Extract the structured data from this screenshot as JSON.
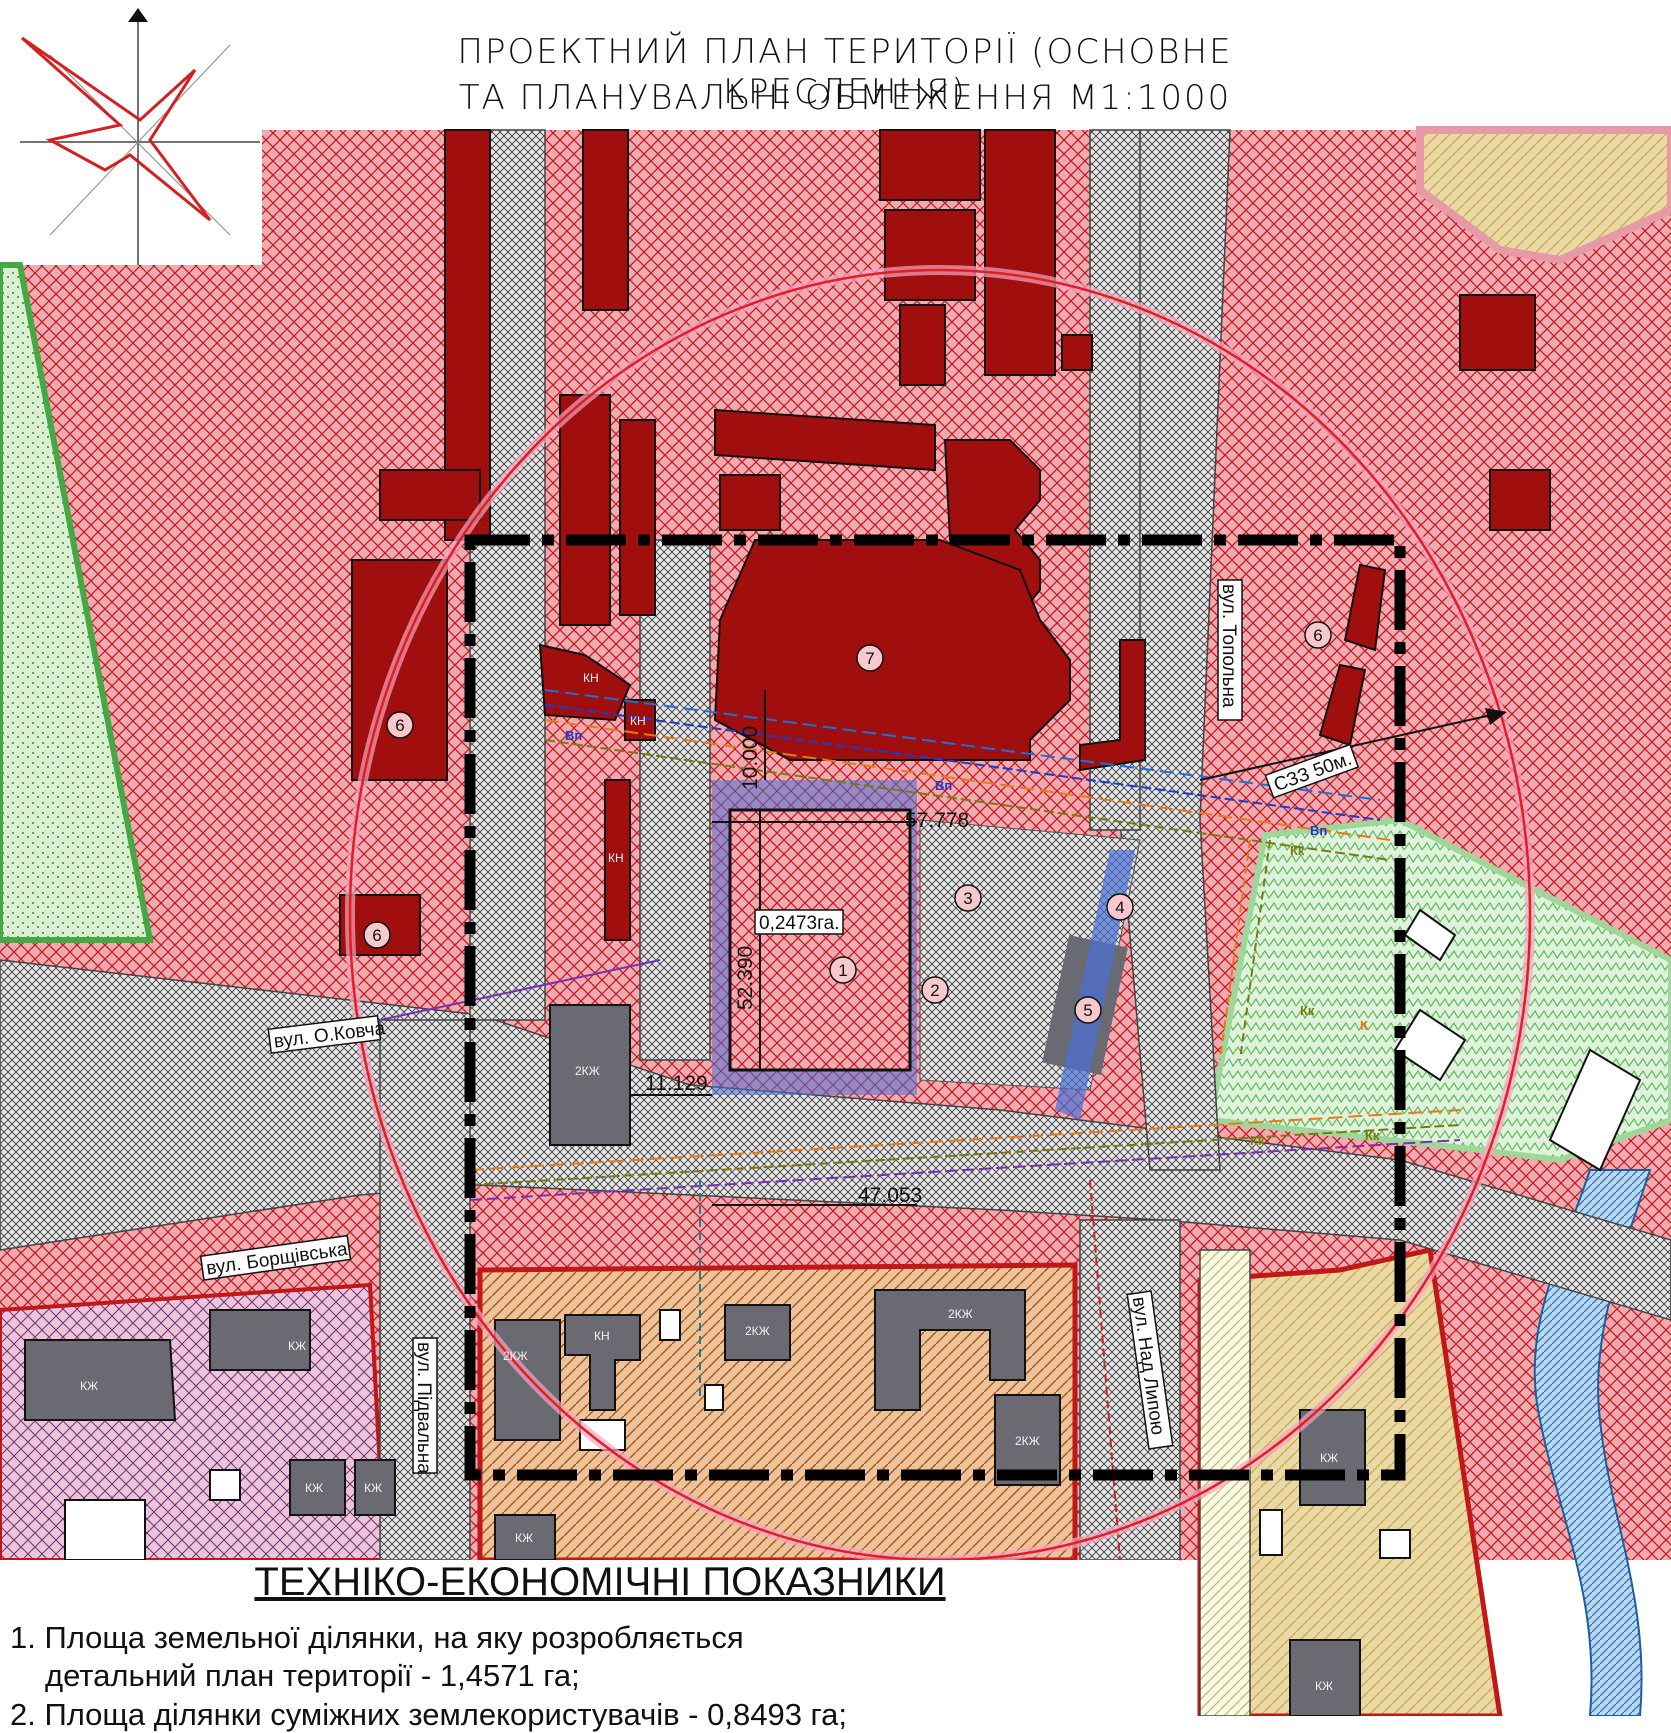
{
  "title": {
    "line1": "ПРОЕКТНИЙ ПЛАН ТЕРИТОРІЇ (ОСНОВНЕ КРЕСЛЕННЯ)",
    "line2": "ТА  ПЛАНУВАЛЬНІ ОБМЕЖЕННЯ М1:1000"
  },
  "colors": {
    "residential_zone": "#e8a0a8",
    "building": "#a00e0e",
    "road": "#b8b8b8",
    "green_zone": "#cdeccd",
    "orange_zone": "#e9b98a",
    "khaki_zone": "#e8d7a0",
    "water": "#6fa8d6",
    "existing_housing": "#6a6a72",
    "boundary": "#000000",
    "sanitary_zone": "#e02020"
  },
  "streets": {
    "kovcha": "вул. О.Ковча",
    "borshchivska": "вул. Борщівська",
    "pidvalna": "вул. Підвальна",
    "topolna": "вул. Топольна",
    "nad_lypoiu": "вул. Над Липою"
  },
  "labels": {
    "szz": "СЗЗ 50м.",
    "area": "0,2473га.",
    "dim_57": "57.778",
    "dim_52": "52.390",
    "dim_47": "47.053",
    "dim_11": "11.129",
    "dim_10": "10.000",
    "kn": "КН",
    "kzh": "КЖ",
    "kzh2": "2КЖ"
  },
  "utilities": {
    "vp": "Вп",
    "kk": "Кк",
    "k": "К"
  },
  "markers": [
    "1",
    "2",
    "3",
    "4",
    "5",
    "6",
    "7"
  ],
  "tep": {
    "heading": "ТЕХНІКО-ЕКОНОМІЧНІ ПОКАЗНИКИ",
    "item1_line1": "1. Площа земельної ділянки, на яку розробляється",
    "item1_line2": "детальний план території - 1,4571 га;",
    "item2": "2. Площа ділянки суміжних землекористувачів - 0,8493 га;"
  }
}
